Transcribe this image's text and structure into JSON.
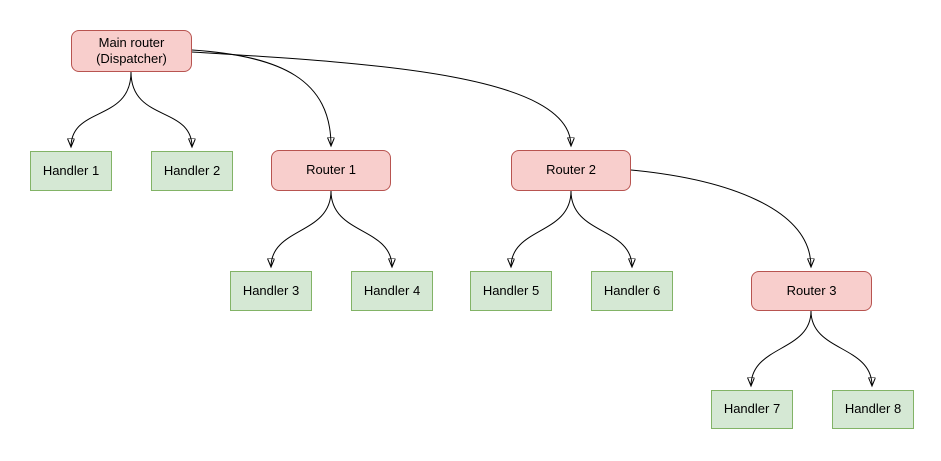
{
  "diagram": {
    "type": "flowchart-tree",
    "background_color": "#ffffff",
    "colors": {
      "router_fill": "#f8cecc",
      "router_stroke": "#b85450",
      "handler_fill": "#d5e8d4",
      "handler_stroke": "#82b366",
      "edge_stroke": "#000000",
      "text": "#000000"
    },
    "nodes": [
      {
        "id": "main-router",
        "type": "router",
        "line1": "Main router",
        "line2": "(Dispatcher)",
        "label": "Main router (Dispatcher)"
      },
      {
        "id": "handler-1",
        "type": "handler",
        "label": "Handler 1"
      },
      {
        "id": "handler-2",
        "type": "handler",
        "label": "Handler 2"
      },
      {
        "id": "router-1",
        "type": "router",
        "label": "Router 1"
      },
      {
        "id": "router-2",
        "type": "router",
        "label": "Router 2"
      },
      {
        "id": "handler-3",
        "type": "handler",
        "label": "Handler 3"
      },
      {
        "id": "handler-4",
        "type": "handler",
        "label": "Handler 4"
      },
      {
        "id": "handler-5",
        "type": "handler",
        "label": "Handler 5"
      },
      {
        "id": "handler-6",
        "type": "handler",
        "label": "Handler 6"
      },
      {
        "id": "router-3",
        "type": "router",
        "label": "Router 3"
      },
      {
        "id": "handler-7",
        "type": "handler",
        "label": "Handler 7"
      },
      {
        "id": "handler-8",
        "type": "handler",
        "label": "Handler 8"
      }
    ],
    "edges": [
      {
        "from": "main-router",
        "to": "handler-1",
        "arrow": "end"
      },
      {
        "from": "main-router",
        "to": "handler-2",
        "arrow": "end"
      },
      {
        "from": "main-router",
        "to": "router-1",
        "arrow": "end"
      },
      {
        "from": "main-router",
        "to": "router-2",
        "arrow": "end"
      },
      {
        "from": "router-1",
        "to": "handler-3",
        "arrow": "end"
      },
      {
        "from": "router-1",
        "to": "handler-4",
        "arrow": "end"
      },
      {
        "from": "router-2",
        "to": "handler-5",
        "arrow": "end"
      },
      {
        "from": "router-2",
        "to": "handler-6",
        "arrow": "end"
      },
      {
        "from": "router-2",
        "to": "router-3",
        "arrow": "end"
      },
      {
        "from": "router-3",
        "to": "handler-7",
        "arrow": "end"
      },
      {
        "from": "router-3",
        "to": "handler-8",
        "arrow": "end"
      }
    ]
  }
}
